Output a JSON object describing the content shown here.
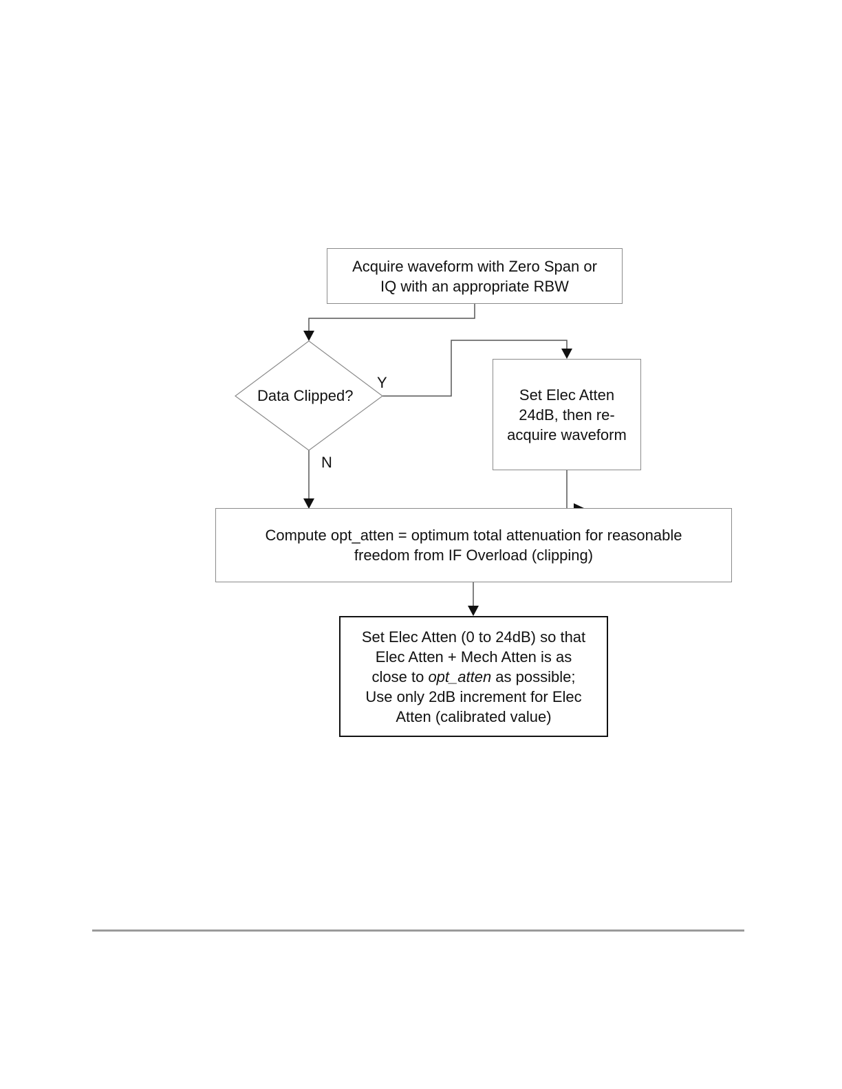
{
  "flowchart": {
    "acquire": {
      "line1": "Acquire waveform with Zero Span or",
      "line2": "IQ with an appropriate RBW"
    },
    "decision": {
      "label": "Data Clipped?",
      "yes_label": "Y",
      "no_label": "N"
    },
    "set_24db": {
      "line1": "Set Elec Atten",
      "line2": "24dB, then re-",
      "line3": "acquire waveform"
    },
    "compute": {
      "line1": "Compute opt_atten = optimum total attenuation for reasonable",
      "line2": "freedom from IF Overload (clipping)"
    },
    "set_final": {
      "line1": "Set Elec Atten (0 to 24dB) so that",
      "line2": "Elec Atten + Mech Atten is as",
      "line3_pre": "close to ",
      "line3_em": "opt_atten",
      "line3_post": " as possible;",
      "line4": "Use only 2dB increment for Elec",
      "line5": "Atten (calibrated value)"
    }
  }
}
